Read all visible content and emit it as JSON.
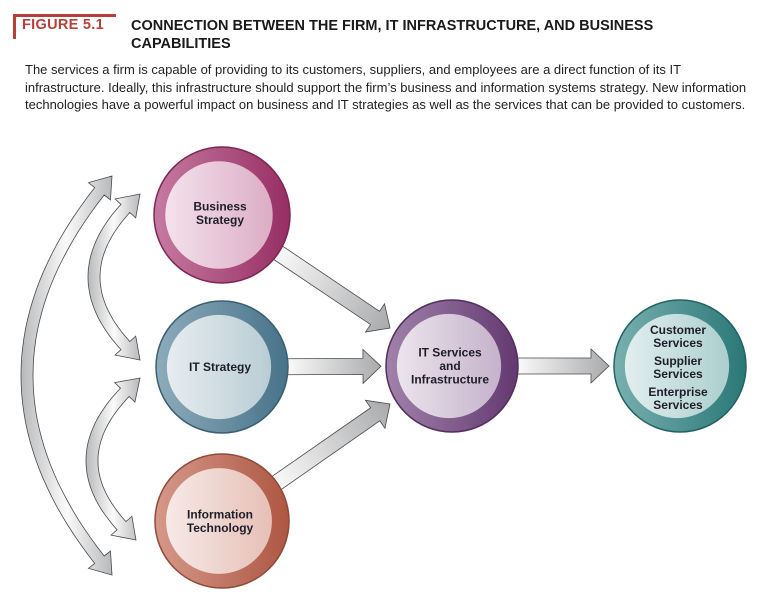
{
  "figure": {
    "label": "FIGURE 5.1",
    "title": "CONNECTION BETWEEN THE FIRM, IT INFRASTRUCTURE, AND BUSINESS CAPABILITIES",
    "caption": "The services a firm is capable of providing to its customers, suppliers, and employees are a direct function of its IT infrastructure. Ideally, this infrastructure should support the firm’s business and information systems strategy. New information technologies have a powerful impact on business and IT strategies as well as the services that can be provided to customers.",
    "accent_color": "#b5403a"
  },
  "nodes": {
    "business_strategy": {
      "lines": [
        "Business",
        "Strategy"
      ],
      "color": "#a8336e"
    },
    "it_strategy": {
      "lines": [
        "IT Strategy"
      ],
      "color": "#4f7f97"
    },
    "information_technology": {
      "lines": [
        "Information",
        "Technology"
      ],
      "color": "#c0614a"
    },
    "it_services": {
      "lines": [
        "IT Services",
        "and",
        "Infrastructure"
      ],
      "color": "#6e3f7c"
    },
    "services": {
      "lines": [
        "Customer",
        "Services",
        "Supplier",
        "Services",
        "Enterprise",
        "Services"
      ],
      "color": "#2f8584"
    }
  },
  "edges": [
    {
      "from": "business_strategy",
      "to": "it_services"
    },
    {
      "from": "it_strategy",
      "to": "it_services"
    },
    {
      "from": "information_technology",
      "to": "it_services"
    },
    {
      "from": "it_services",
      "to": "services"
    },
    {
      "from": "business_strategy",
      "to": "it_strategy",
      "bidirectional": true
    },
    {
      "from": "it_strategy",
      "to": "information_technology",
      "bidirectional": true
    },
    {
      "from": "business_strategy",
      "to": "information_technology",
      "bidirectional": true
    }
  ]
}
